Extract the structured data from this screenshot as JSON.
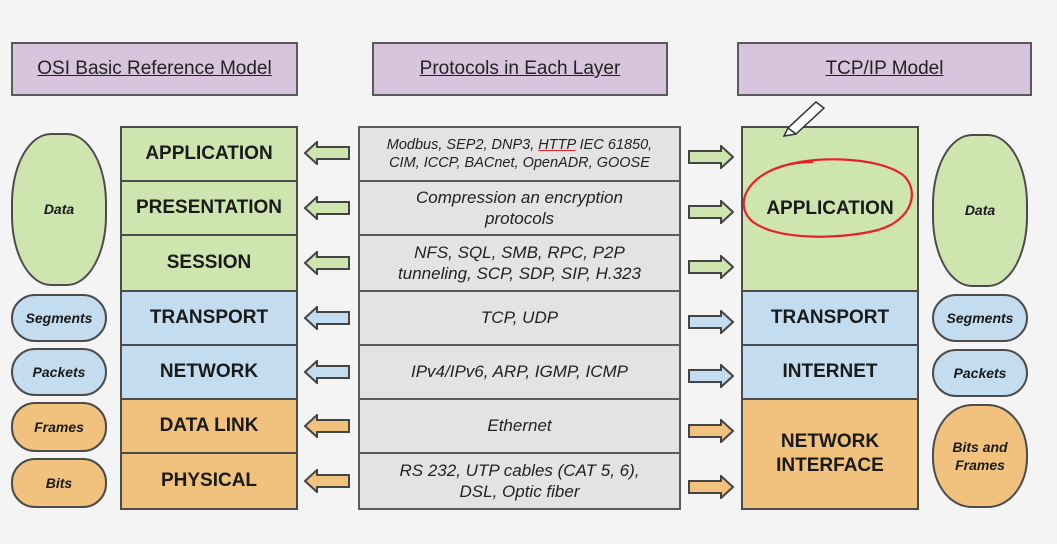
{
  "headers": {
    "osi": "OSI Basic Reference Model",
    "protocols": "Protocols in Each Layer",
    "tcpip": "TCP/IP Model"
  },
  "osi_layers": [
    "APPLICATION",
    "PRESENTATION",
    "SESSION",
    "TRANSPORT",
    "NETWORK",
    "DATA LINK",
    "PHYSICAL"
  ],
  "protocols": {
    "application_a": "Modbus, SEP2, DNP3, ",
    "application_http": "HTTP",
    "application_b": " IEC 61850,",
    "application_c": "CIM, ICCP, BACnet, OpenADR, GOOSE",
    "presentation_a": "Compression an encryption",
    "presentation_b": "protocols",
    "session_a": "NFS, SQL, SMB, RPC, P2P",
    "session_b": "tunneling, SCP, SDP, SIP, H.323",
    "transport": "TCP, UDP",
    "network": "IPv4/IPv6, ARP, IGMP, ICMP",
    "datalink": "Ethernet",
    "physical_a": "RS 232, UTP cables (CAT 5, 6),",
    "physical_b": "DSL, Optic fiber"
  },
  "tcpip_layers": {
    "application": "APPLICATION",
    "transport": "TRANSPORT",
    "internet": "INTERNET",
    "netif_a": "NETWORK",
    "netif_b": "INTERFACE"
  },
  "left_units": {
    "data": "Data",
    "segments": "Segments",
    "packets": "Packets",
    "frames": "Frames",
    "bits": "Bits"
  },
  "right_units": {
    "data": "Data",
    "segments": "Segments",
    "packets": "Packets",
    "bits_a": "Bits and",
    "bits_b": "Frames"
  },
  "colors": {
    "green": "#cfe5b0",
    "blue": "#c3dcf0",
    "orange": "#f0c27e",
    "header": "#d9c4dd",
    "annotation": "#e8202a"
  }
}
